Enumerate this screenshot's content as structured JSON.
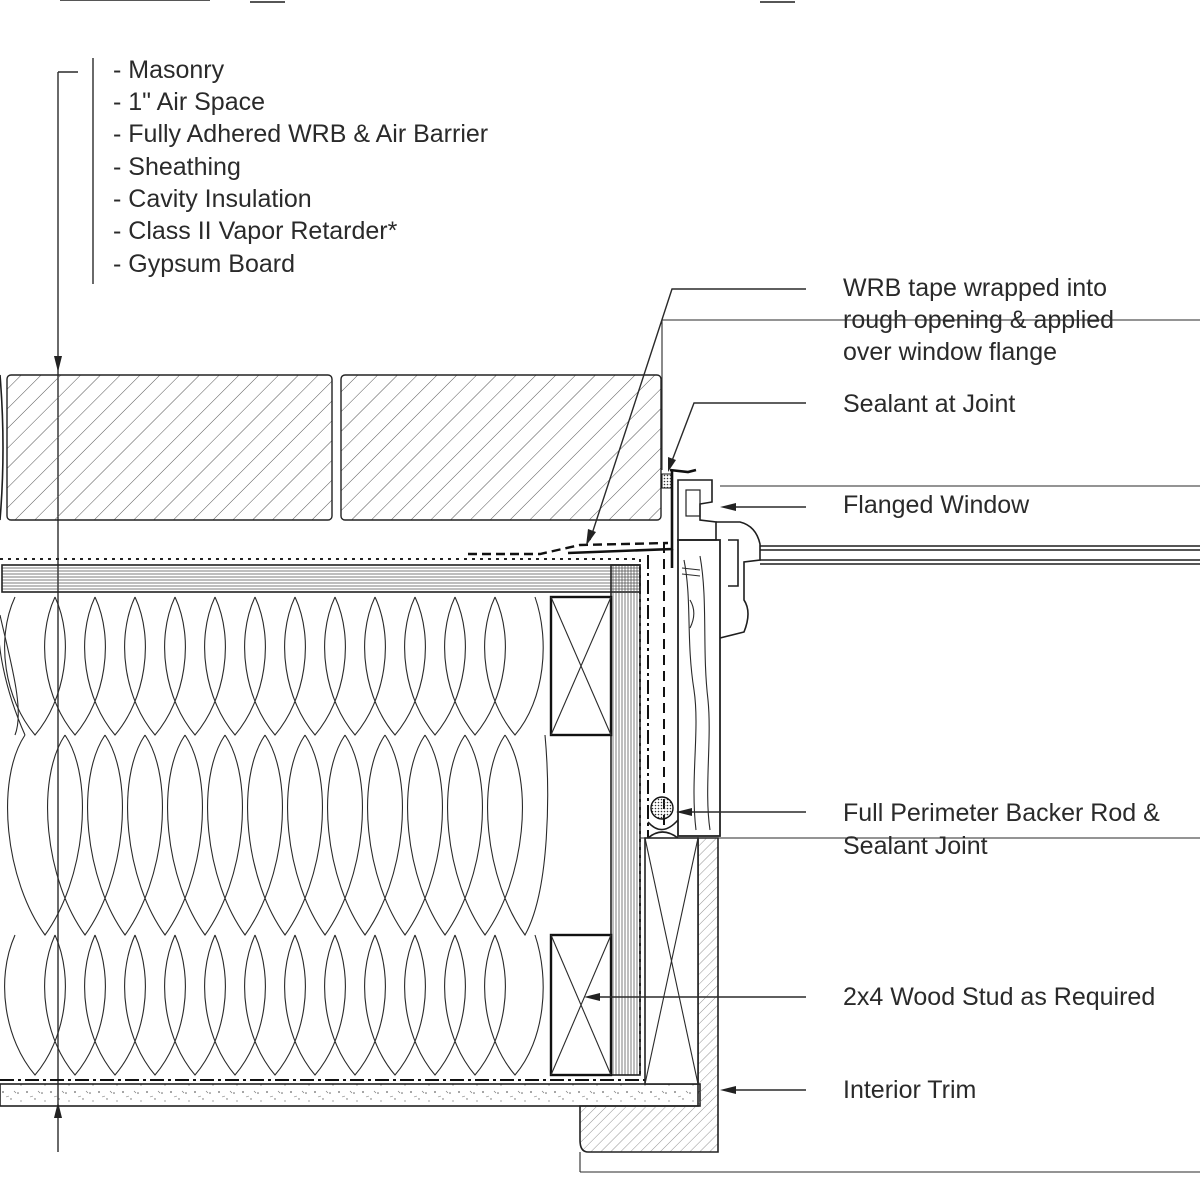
{
  "assembly_layers": [
    "- Masonry",
    "- 1\" Air Space",
    "- Fully Adhered WRB & Air Barrier",
    "- Sheathing",
    "- Cavity Insulation",
    "- Class II Vapor Retarder*",
    "- Gypsum Board"
  ],
  "callouts": {
    "wrb_tape": [
      "WRB tape wrapped into",
      "rough opening & applied",
      "over window flange"
    ],
    "sealant_joint": [
      "Sealant at Joint"
    ],
    "flanged_window": [
      "Flanged Window"
    ],
    "backer_rod": [
      "Full Perimeter Backer Rod &",
      "Sealant Joint"
    ],
    "wood_stud": [
      "2x4 Wood Stud as Required"
    ],
    "interior_trim": [
      "Interior Trim"
    ]
  },
  "colors": {
    "line": "#1e1e1e",
    "text": "#2a2a2a",
    "background": "#ffffff"
  }
}
